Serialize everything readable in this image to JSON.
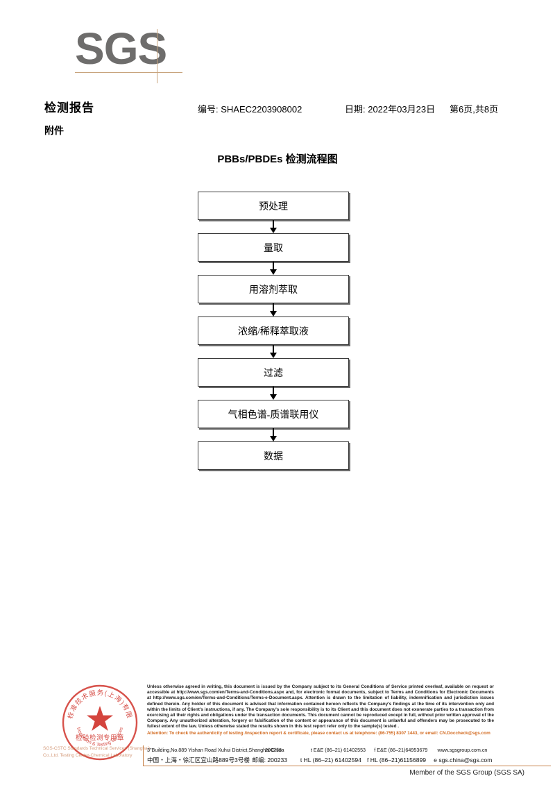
{
  "logo": {
    "text": "SGS",
    "color": "#6e6d6c",
    "rule_color": "#c8a47c"
  },
  "header": {
    "title": "检测报告",
    "subtitle": "附件",
    "report_no": "编号: SHAEC2203908002",
    "date": "日期: 2022年03月23日",
    "page": "第6页,共8页"
  },
  "flowchart": {
    "title": "PBBs/PBDEs 检测流程图",
    "nodes": [
      {
        "label": "预处理"
      },
      {
        "label": "量取"
      },
      {
        "label": "用溶剂萃取"
      },
      {
        "label": "浓缩/稀释萃取液"
      },
      {
        "label": "过滤"
      },
      {
        "label": "气相色谱-质谱联用仪"
      },
      {
        "label": "数据"
      }
    ]
  },
  "seal": {
    "ring_top_text": "上海标准技术服务(上海)有限公司",
    "ring_bottom_text": "Inspection & Testing Services",
    "center_text": "检验检测专用章",
    "color": "#d0342c",
    "caption": "SGS-CSTC Standards Technical Services (Shanghai) Co.,Ltd. Testing Center-Chemical Laboratory"
  },
  "footer": {
    "legal": "Unless otherwise agreed in writing, this document is issued by the Company subject to its General Conditions of Service printed overleaf, available on request or accessible at http://www.sgs.com/en/Terms-and-Conditions.aspx and, for electronic format documents, subject to Terms and Conditions for Electronic Documents at http://www.sgs.com/en/Terms-and-Conditions/Terms-e-Document.aspx. Attention is drawn to the limitation of liability, indemnification and jurisdiction issues defined therein. Any holder of this document is advised that information contained hereon reflects the Company's findings at the time of its intervention only and within the limits of Client's instructions, if any. The Company's sole responsibility is to its Client and this document does not exonerate parties to a transaction from exercising all their rights and obligations under the transaction documents. This document cannot be reproduced except in full, without prior written approval of the Company. Any unauthorized alteration, forgery or falsification of the content or appearance of this document is unlawful and offenders may be prosecuted to the fullest extent of the law. Unless otherwise stated the results shown in this test report refer only to the sample(s) tested .",
    "attention": "Attention: To check the authenticity of testing /inspection report & certificate, please contact us at telephone: (86-755) 8307 1443, or email: CN.Doccheck@sgs.com",
    "address_en": {
      "line": "3\"Building,No.889 Yishan Road Xuhui District,Shanghai China",
      "zip": "200233",
      "tel1": "t E&E (86–21) 61402553",
      "tel2": "f E&E (86–21)64953679",
      "web": "www.sgsgroup.com.cn"
    },
    "address_cn": {
      "line": "中国・上海・徐汇区宜山路889号3号楼",
      "zip_label": "邮编: 200233",
      "tel1": "t HL (86–21) 61402594",
      "tel2": "f HL (86–21)61156899",
      "email": "e sgs.china@sgs.com"
    },
    "member": "Member of the SGS Group (SGS SA)"
  }
}
